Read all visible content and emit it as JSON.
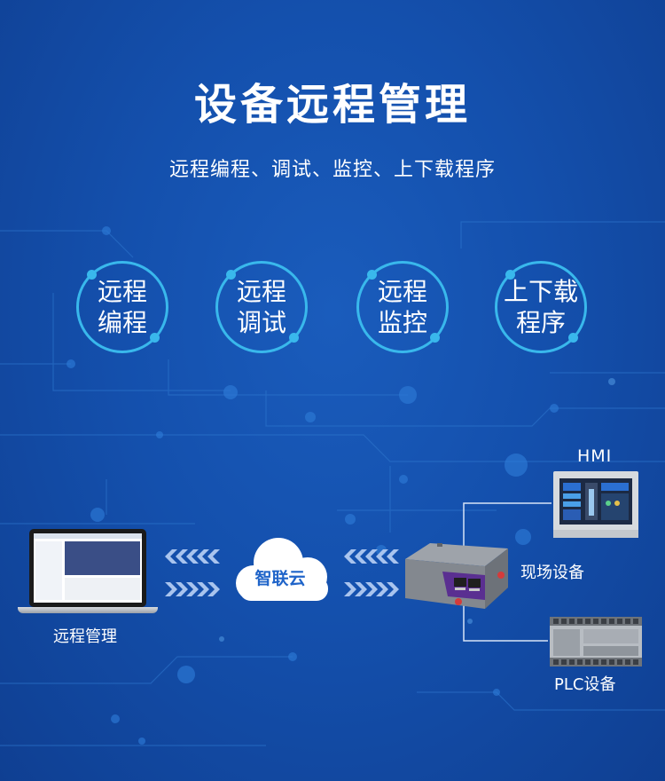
{
  "title": "设备远程管理",
  "subtitle": "远程编程、调试、监控、上下载程序",
  "features": [
    {
      "line1": "远程",
      "line2": "编程"
    },
    {
      "line1": "远程",
      "line2": "调试"
    },
    {
      "line1": "远程",
      "line2": "监控"
    },
    {
      "line1": "上下载",
      "line2": "程序"
    }
  ],
  "cloud_label": "智联云",
  "laptop_label": "远程管理",
  "field_label": "现场设备",
  "hmi_label": "HMI",
  "plc_label": "PLC设备",
  "colors": {
    "background": "#1450ad",
    "accent": "#39b8ec",
    "arrow": "#a9c4ee",
    "cloud_text": "#1f64c9",
    "router_accent": "#7b4bb7"
  }
}
